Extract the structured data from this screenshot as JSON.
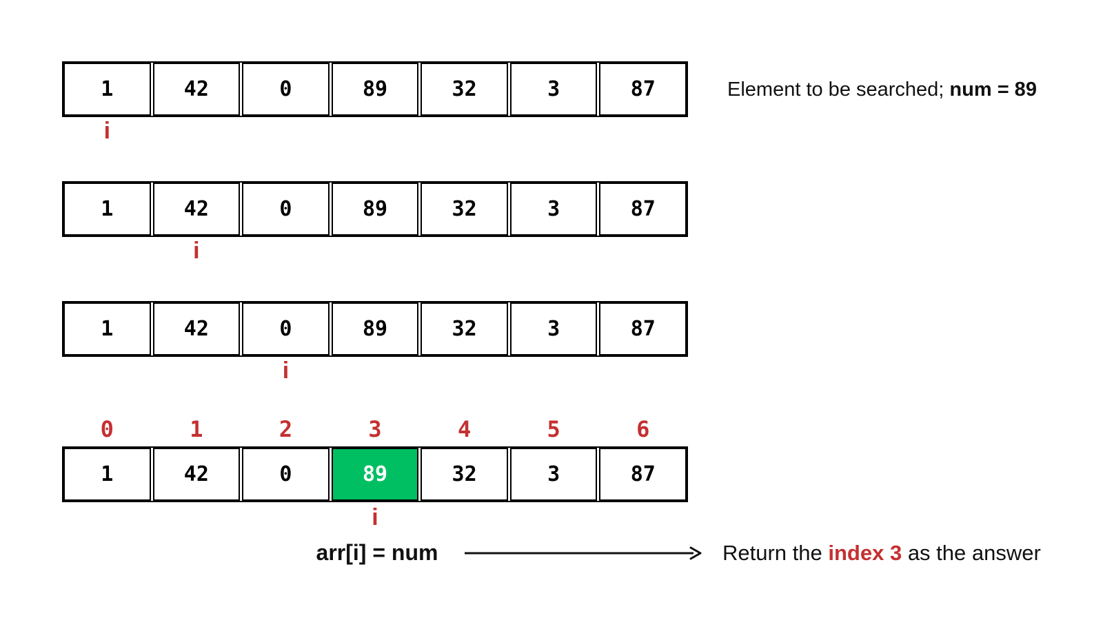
{
  "colors": {
    "highlight_green": "#00BF63",
    "accent_red": "#C53030",
    "ink": "#000000",
    "highlight_text": "#FFFFFF"
  },
  "note": {
    "prefix": "Element to be searched; ",
    "bold": "num = 89"
  },
  "indices": [
    "0",
    "1",
    "2",
    "3",
    "4",
    "5",
    "6"
  ],
  "rows": [
    {
      "values": [
        "1",
        "42",
        "0",
        "89",
        "32",
        "3",
        "87"
      ],
      "pointer_label": "i",
      "pointer_index": 0
    },
    {
      "values": [
        "1",
        "42",
        "0",
        "89",
        "32",
        "3",
        "87"
      ],
      "pointer_label": "i",
      "pointer_index": 1
    },
    {
      "values": [
        "1",
        "42",
        "0",
        "89",
        "32",
        "3",
        "87"
      ],
      "pointer_label": "i",
      "pointer_index": 2
    },
    {
      "values": [
        "1",
        "42",
        "0",
        "89",
        "32",
        "3",
        "87"
      ],
      "pointer_label": "i",
      "pointer_index": 3
    }
  ],
  "highlight": {
    "row": 3,
    "col": 3
  },
  "footer": {
    "condition": "arr[i] = num",
    "result_prefix": "Return the ",
    "result_highlight": "index 3",
    "result_suffix": " as the answer"
  }
}
